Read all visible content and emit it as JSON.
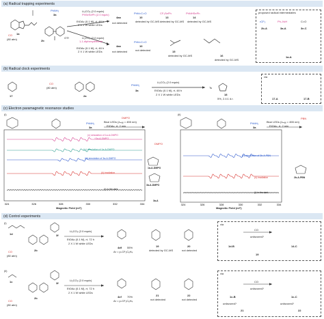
{
  "panel_a": {
    "title": "(a) Radical trapping experiments",
    "reagent_top": "PhNH₂",
    "reagent_top_id": "3a",
    "co_label": "CO",
    "co_pressure": "(80 atm)",
    "sm1": "1a",
    "sm2": "2b",
    "otf": "OTf",
    "cond1": [
      "Li₂CO₃ (2.0 equiv)",
      "PhSeSePh (2.0 equiv)",
      "EtOAc (0.1 M), rt, 48 h",
      "2 X 1 W white LEDs"
    ],
    "cond2": [
      "Li₂CO₃ (2.0 equiv)",
      "1,1-diphenylethene",
      "EtOAc (0.1 M), rt, 48 h",
      "2 X 1 W white LEDs"
    ],
    "row1": [
      {
        "id": "4aa",
        "note": "not detected"
      },
      {
        "label": "PhN=C=O",
        "id": "10",
        "note": "detected by GC-MS"
      },
      {
        "label": "CF₃SePh",
        "id": "13",
        "note": "detected by GC-MS"
      },
      {
        "label": "PhNHSePh",
        "id": "14",
        "note": "detected by GC-MS"
      }
    ],
    "row2": [
      {
        "id": "4aa",
        "note": "not detected"
      },
      {
        "label": "PhN=C=O",
        "id": "10",
        "note": "not detected"
      },
      {
        "id": "15",
        "note": "detected by GC-MS"
      },
      {
        "id": "16",
        "note": "detected by GC-MS"
      }
    ],
    "box_title": "proposed radical intermediates",
    "intermediates": [
      "2b-A",
      "3a-A",
      "3e-C",
      "1a-A"
    ],
    "int_labels": [
      "•CF₃",
      "Ph–N•H",
      "C=O"
    ]
  },
  "panel_b": {
    "title": "(b) Radical clock experiments",
    "sm1": "17",
    "co_label": "CO",
    "co_pressure": "(80 atm)",
    "sm2": "2a",
    "reagent": "PhNH₂",
    "reagent_id": "3a",
    "cond": [
      "Li₂CO₃ (2.0 equiv)",
      "EtOAc (0.1 M), rt, 48 h",
      "2 X 1 W white LEDs"
    ],
    "product_id": "18",
    "product_yield": "5%, 2.4:1 d.r.",
    "ts": "Ts",
    "via": "via",
    "via_ids": [
      "17-A",
      "17-B"
    ]
  },
  "panel_c": {
    "title": "(c) Electron paramagnetic resonance studies",
    "sub_i": "(i)",
    "sub_ii": "(ii)",
    "reagent": "PhNH₂",
    "reagent_id": "3a",
    "spin_trap_left": "DMPO",
    "spin_trap_right": "PBN",
    "cond_left": [
      "Blue LEDs (λₘₐₓ = 455 nm)",
      "EtOAc, rt, 2 min"
    ],
    "cond_right": [
      "Blue LEDs (λₘₐₓ = 455 nm)",
      "EtOAc, rt, 2 min"
    ],
    "left_spectra": [
      {
        "label": "(v) simulation of 1a-A-DMPO",
        "label2": "+3a-A-DMPO",
        "color": "#d43a8c"
      },
      {
        "label": "(iv) simulation of 1a-A-DMPO",
        "color": "#2a9d8f"
      },
      {
        "label": "(iii) simulation of 3a-A-DMPO",
        "color": "#2a55cc"
      },
      {
        "label": "(ii) irradiation",
        "color": "#d8312c"
      },
      {
        "label": "(i) in the dark",
        "color": "#222222"
      }
    ],
    "right_spectra": [
      {
        "label": "(iii) simulation of 2b-A-PBN",
        "color": "#2a55cc"
      },
      {
        "label": "(ii) irradiation",
        "color": "#d8312c"
      },
      {
        "label": "(i) in the dark",
        "color": "#222222"
      }
    ],
    "adducts_left": [
      "1a-A-DMPO",
      "3a-A-DMPO"
    ],
    "adduct_right": "2b-A-PBN",
    "adduct_3a": "3a-A",
    "xlabel": "Magnetic Field (mT)",
    "left_ticks": [
      "324",
      "326",
      "328",
      "330",
      "332",
      "334"
    ],
    "right_ticks": [
      "324",
      "326",
      "328",
      "330",
      "332",
      "334"
    ]
  },
  "panel_d": {
    "title": "(d) Control experiments",
    "sub_i": "(i)",
    "sub_ii": "(ii)",
    "co_label": "CO",
    "co_pressure": "(80 atm)",
    "row1": {
      "sm1": "1d",
      "sm2": "2b",
      "reagent_id": "3f",
      "cond": [
        "Li₂CO₃ (2.0 equiv)",
        "EtOAc (0.1 M), rt, 72 h",
        "2 X 1 W white LEDs"
      ],
      "product_id": "4df",
      "product_yield": "55%",
      "ar": "Ar = p-CF₃C₆H₄",
      "side": [
        {
          "id": "19",
          "note": "detected by GC-MS"
        },
        {
          "id": "20",
          "note": "not detected"
        }
      ],
      "via": "via",
      "via_ids": [
        "1d-B",
        "14-C",
        "19"
      ],
      "co": "CO",
      "unfavored": "unfavored?"
    },
    "row2": {
      "sm1": "1c",
      "sm2": "2b",
      "reagent_id": "3f",
      "cond": [
        "Li₂CO₃ (2.0 equiv)",
        "EtOAc (0.1 M), rt, 72 h",
        "2 X 1 W white LEDs"
      ],
      "product_id": "4cf",
      "product_yield": "70%",
      "ar": "Ar = p-CF₃C₆H₄",
      "side": [
        {
          "id": "21",
          "note": "not detected"
        },
        {
          "id": "22",
          "note": "not detected"
        }
      ],
      "via": "via",
      "via_ids": [
        "1c-B",
        "1c-C",
        "21",
        "22"
      ],
      "co": "CO",
      "unfavored": "unfavored?"
    }
  }
}
